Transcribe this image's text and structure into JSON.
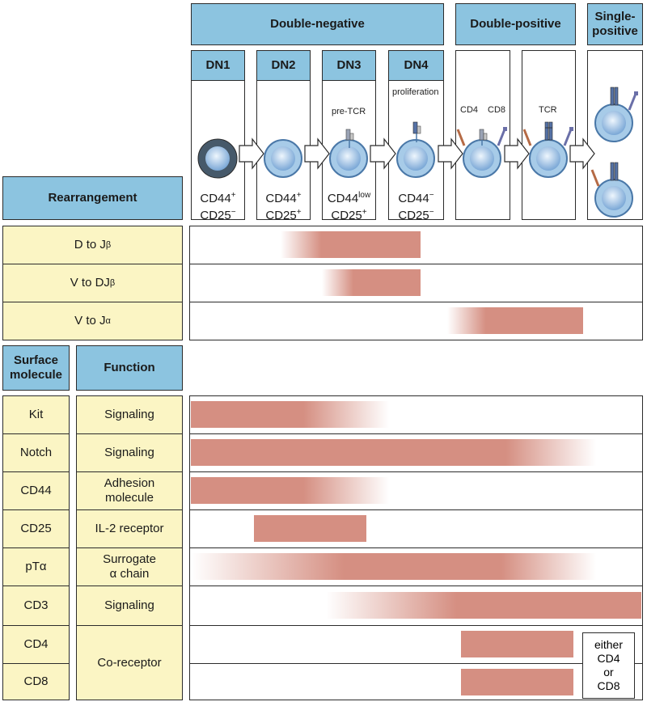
{
  "colors": {
    "header": "#8cc4e0",
    "label": "#fbf5c4",
    "bar": "#d58f82",
    "border": "#2b2b2b",
    "cell": "#a7cbe8",
    "cellDark": "#46596a"
  },
  "stages": {
    "double_negative": "Double-negative",
    "double_positive": "Double-positive",
    "single_positive": "Single-positive",
    "dn1": "DN1",
    "dn2": "DN2",
    "dn3": "DN3",
    "dn4": "DN4"
  },
  "annotations": {
    "pre_tcr": "pre-TCR",
    "proliferation": "proliferation",
    "cd4": "CD4",
    "cd8": "CD8",
    "tcr": "TCR"
  },
  "markers": [
    {
      "a": "CD44",
      "a_sup": "+",
      "b": "CD25",
      "b_sup": "−"
    },
    {
      "a": "CD44",
      "a_sup": "+",
      "b": "CD25",
      "b_sup": "+"
    },
    {
      "a": "CD44",
      "a_sup": "low",
      "b": "CD25",
      "b_sup": "+"
    },
    {
      "a": "CD44",
      "a_sup": "−",
      "b": "CD25",
      "b_sup": "−"
    }
  ],
  "rearrangement": {
    "header": "Rearrangement",
    "rows": [
      {
        "text": "D to J",
        "sub": "β",
        "start": 0.2,
        "full": 0.29,
        "end": 0.51
      },
      {
        "text": "V to DJ",
        "sub": "β",
        "start": 0.29,
        "full": 0.36,
        "end": 0.51
      },
      {
        "text": "V to J",
        "sub": "α",
        "start": 0.57,
        "full": 0.655,
        "end": 0.87
      }
    ]
  },
  "molecules": {
    "surface_header": "Surface molecule",
    "function_header": "Function",
    "rows": [
      {
        "name": "Kit",
        "function": "Signaling",
        "start": 0.0,
        "full": 0.0,
        "fade": 0.25,
        "end": 0.44
      },
      {
        "name": "Notch",
        "function": "Signaling",
        "start": 0.0,
        "full": 0.0,
        "fade": 0.7,
        "end": 0.9
      },
      {
        "name": "CD44",
        "function": "Adhesion molecule",
        "start": 0.0,
        "full": 0.0,
        "fade": 0.25,
        "end": 0.44
      },
      {
        "name": "CD25",
        "function": "IL-2 receptor",
        "start": 0.14,
        "full": 0.14,
        "fade": 0.39,
        "end": 0.39
      },
      {
        "name": "pT",
        "name_sym": "α",
        "function": "Surrogate α chain",
        "start": 0.0,
        "full": 0.34,
        "fade": 0.69,
        "end": 0.9
      },
      {
        "name": "CD3",
        "function": "Signaling",
        "start": 0.3,
        "full": 0.59,
        "fade": 1.0,
        "end": 1.0
      },
      {
        "name": "CD4",
        "function": "Co-receptor",
        "start": 0.6,
        "full": 0.6,
        "fade": 0.85,
        "end": 0.85
      },
      {
        "name": "CD8",
        "function": "Co-receptor",
        "start": 0.6,
        "full": 0.6,
        "fade": 0.85,
        "end": 0.85
      }
    ],
    "coreceptor_note": [
      "either",
      "CD4",
      "or",
      "CD8"
    ]
  }
}
